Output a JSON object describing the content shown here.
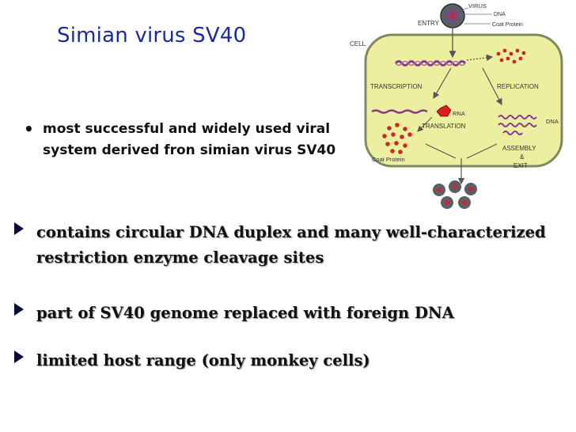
{
  "slide": {
    "title": "Simian virus SV40",
    "bullet_intro": "most successful and widely used viral system derived fron simian virus SV40",
    "points": [
      "contains circular DNA duplex and many well-characterized restriction enzyme cleavage sites",
      "part of SV40 genome replaced with foreign DNA",
      "limited host range (only monkey cells)"
    ]
  },
  "diagram": {
    "labels": {
      "virus": "VIRUS",
      "dna_top": "DNA",
      "coat_protein_top": "Coat Protein",
      "entry": "ENTRY",
      "cell": "CELL",
      "transcription": "TRANSCRIPTION",
      "replication": "REPLICATION",
      "rna": "RNA",
      "translation": "TRANSLATION",
      "dna_side": "DNA",
      "assembly": "ASSEMBLY",
      "amp": "&",
      "exit": "EXIT",
      "coat_protein": "Coat Protein"
    },
    "colors": {
      "cell_fill": "#ecefa0",
      "cell_border": "#7f8a60",
      "strand": "#8a3d8a",
      "particle": "#c9282c",
      "virion": "#5a5f66"
    }
  }
}
